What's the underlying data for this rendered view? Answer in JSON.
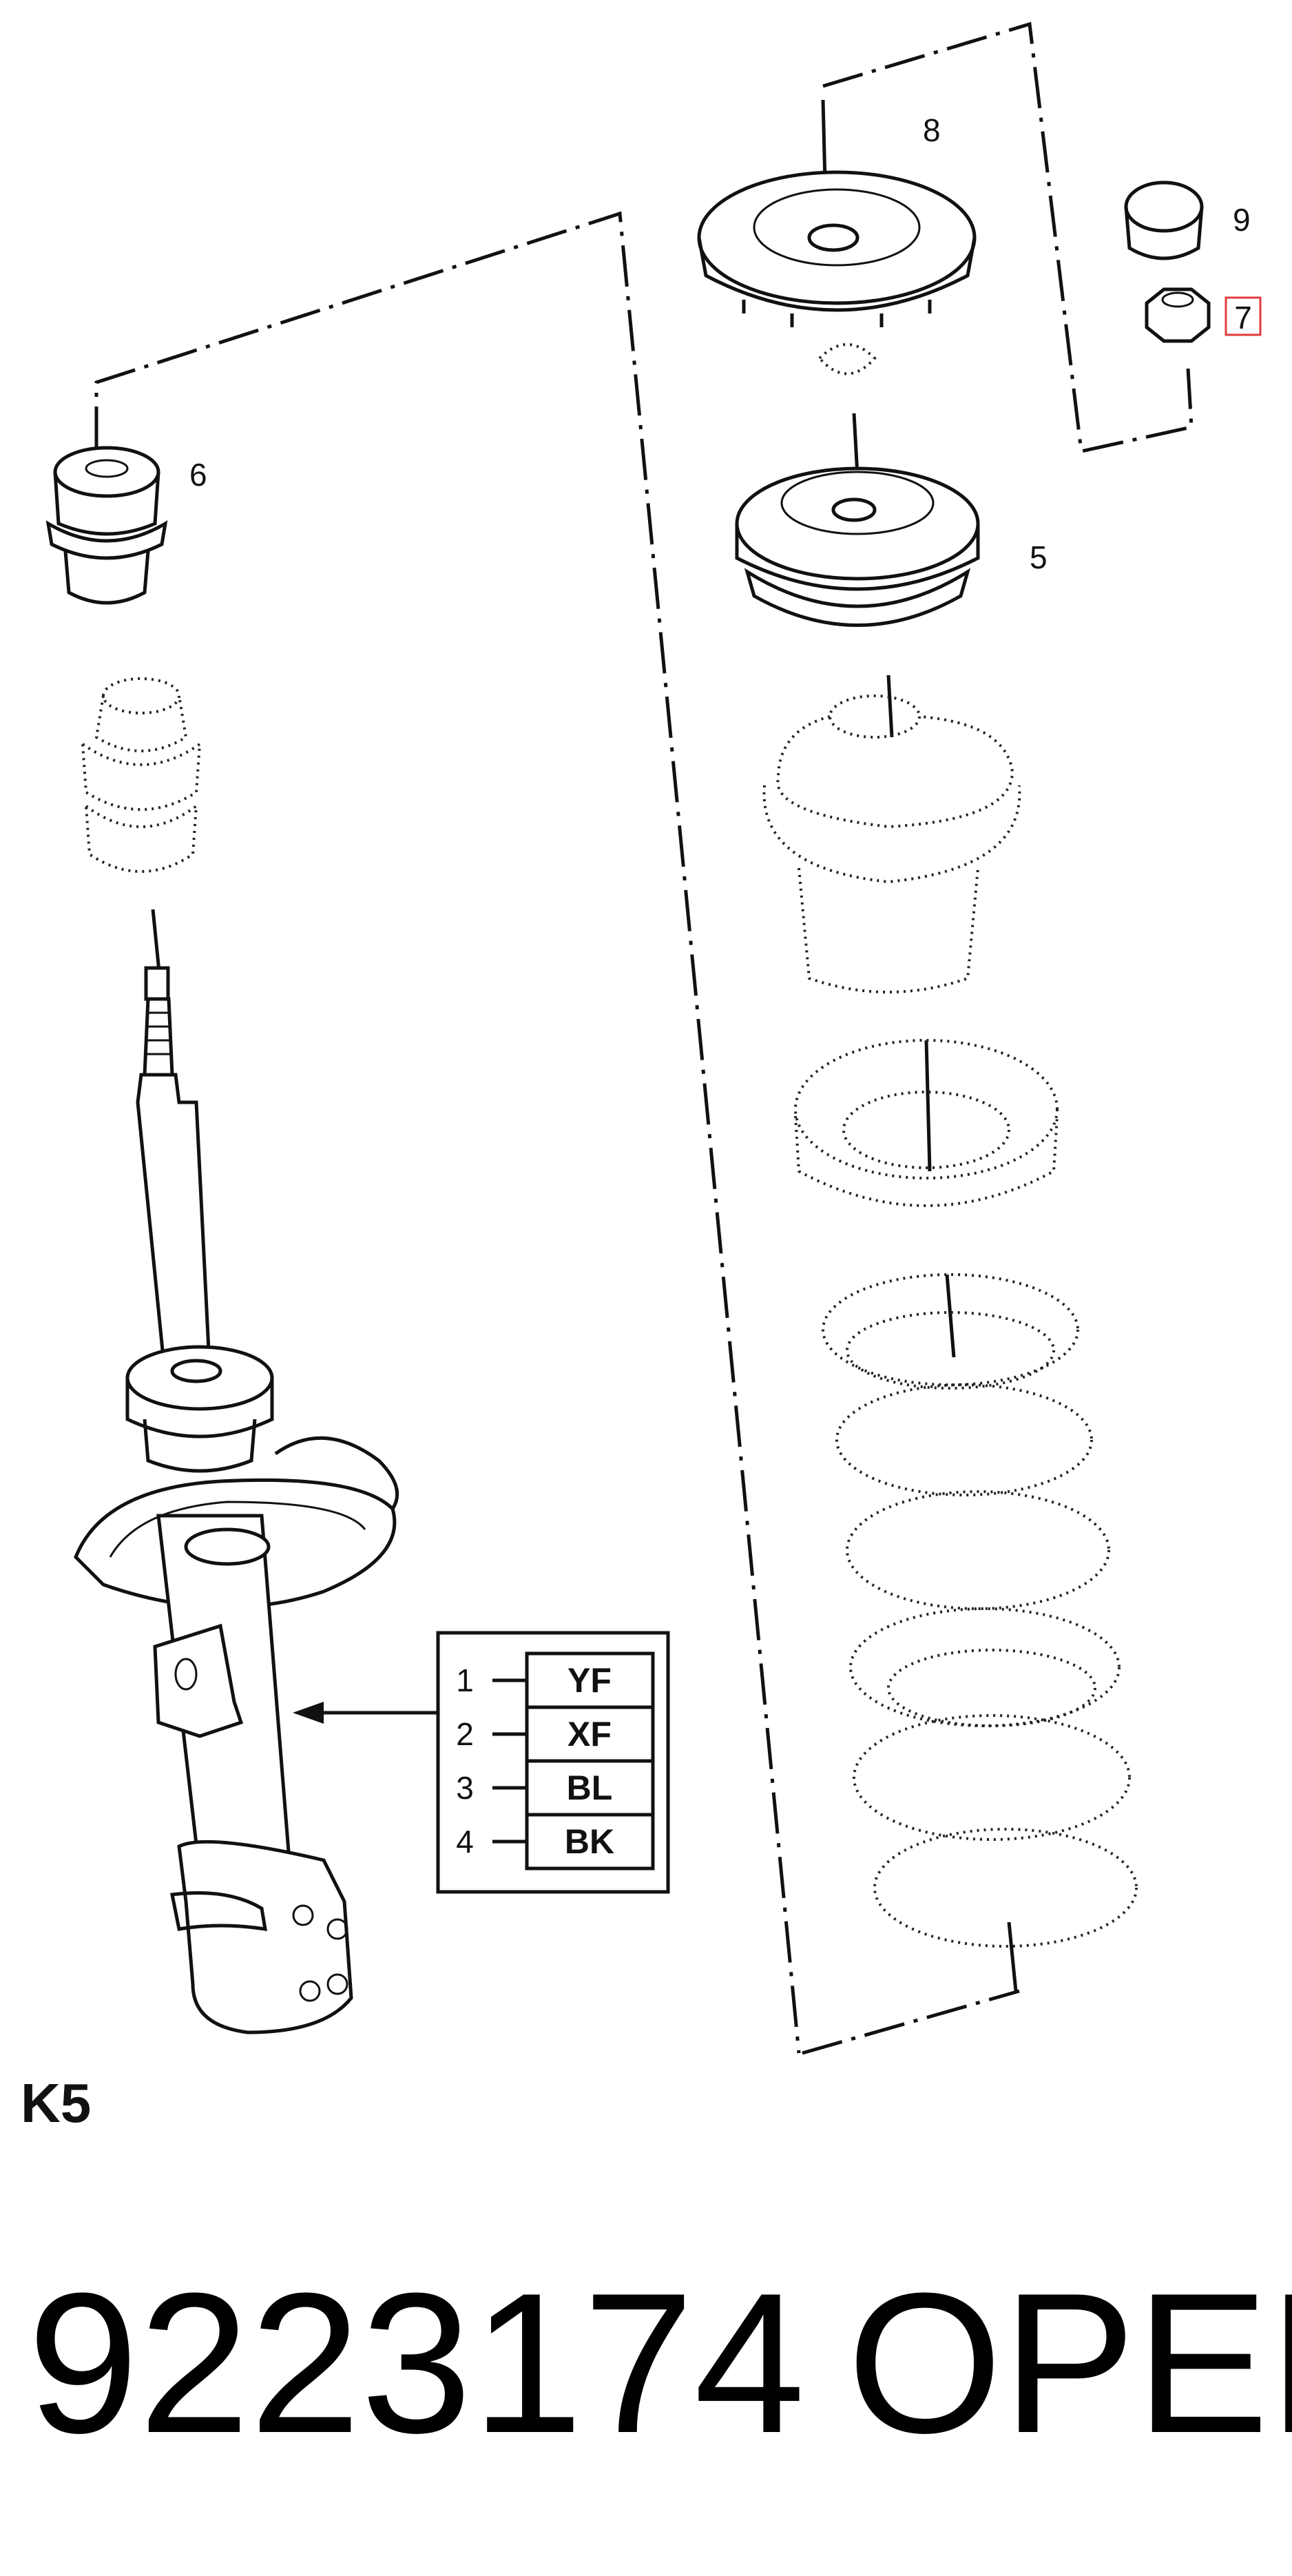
{
  "callouts": {
    "c5": "5",
    "c6": "6",
    "c7": "7",
    "c8": "8",
    "c9": "9"
  },
  "sheet_label": "K5",
  "variant_table": {
    "rows": [
      {
        "index": "1",
        "code": "YF"
      },
      {
        "index": "2",
        "code": "XF"
      },
      {
        "index": "3",
        "code": "BL"
      },
      {
        "index": "4",
        "code": "BK"
      }
    ]
  },
  "part_number": "9223174",
  "brand": "OPEL",
  "colors": {
    "line": "#111111",
    "highlight_box": "#e23b3b"
  }
}
